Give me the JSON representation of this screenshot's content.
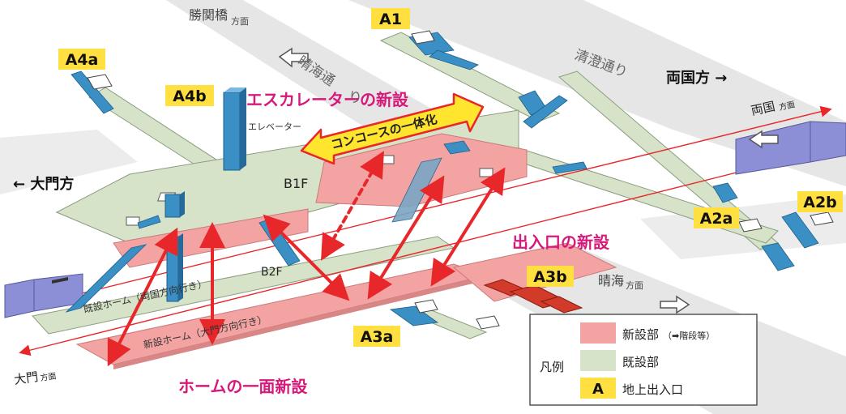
{
  "labels": {
    "kachidoki_bashi": "勝関橋",
    "kachidoki_dir": "方面",
    "harumi_dori": "晴海通",
    "harumi_dori_end": "り",
    "kiyosumi_dori": "清澄通り",
    "ryogoku_side": "両国方 →",
    "daimon_side": "← 大門方",
    "ryogoku_dir_main": "両国",
    "ryogoku_dir_suffix": "方面",
    "daimon_dir_main": "大門",
    "daimon_dir_suffix": "方面",
    "harumi_dir_main": "晴海",
    "harumi_dir_suffix": "方面",
    "elevator": "エレベーター",
    "b1f": "B1F",
    "b2f": "B2F",
    "existing_platform": "既設ホーム（両国方向行き）",
    "new_platform": "新設ホーム（大門方向行き）",
    "escalator_new": "エスカレーターの新設",
    "concourse_unified": "コンコースの一体化",
    "exit_new": "出入口の新設",
    "platform_new": "ホームの一面新設"
  },
  "exits": {
    "a1": "A1",
    "a2a": "A2a",
    "a2b": "A2b",
    "a3a": "A3a",
    "a3b": "A3b",
    "a4a": "A4a",
    "a4b": "A4b"
  },
  "legend": {
    "title": "凡例",
    "new_label": "新設部",
    "new_note": "（➡階段等）",
    "existing_label": "既設部",
    "exit_letter": "A",
    "exit_label": "地上出入口"
  },
  "colors": {
    "new_section": "#f4a3a3",
    "existing_section": "#d7e3c8",
    "exit_badge": "#ffe040",
    "callout": "#d6197a",
    "arrow": "#e8272b",
    "stairs": "#3a8fc4",
    "train": "#8c8fd6",
    "road": "#e6e6e6"
  }
}
